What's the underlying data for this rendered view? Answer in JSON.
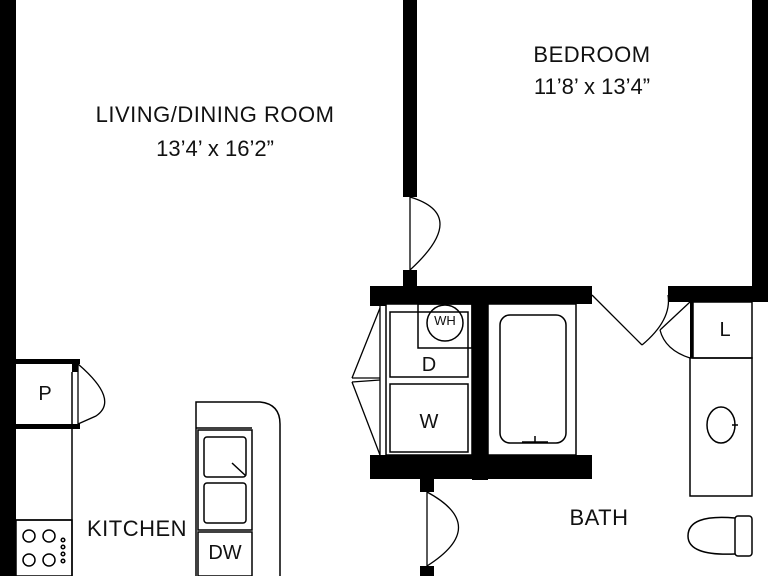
{
  "rooms": {
    "living": {
      "name": "LIVING/DINING ROOM",
      "dims": "13’4’ x 16’2”"
    },
    "bedroom": {
      "name": "BEDROOM",
      "dims": "11’8’ x 13’4”"
    },
    "kitchen": {
      "name": "KITCHEN"
    },
    "bath": {
      "name": "BATH"
    }
  },
  "fixtures": {
    "pantry": "P",
    "linen": "L",
    "water_heater": "WH",
    "dryer": "D",
    "washer": "W",
    "dishwasher": "DW"
  }
}
